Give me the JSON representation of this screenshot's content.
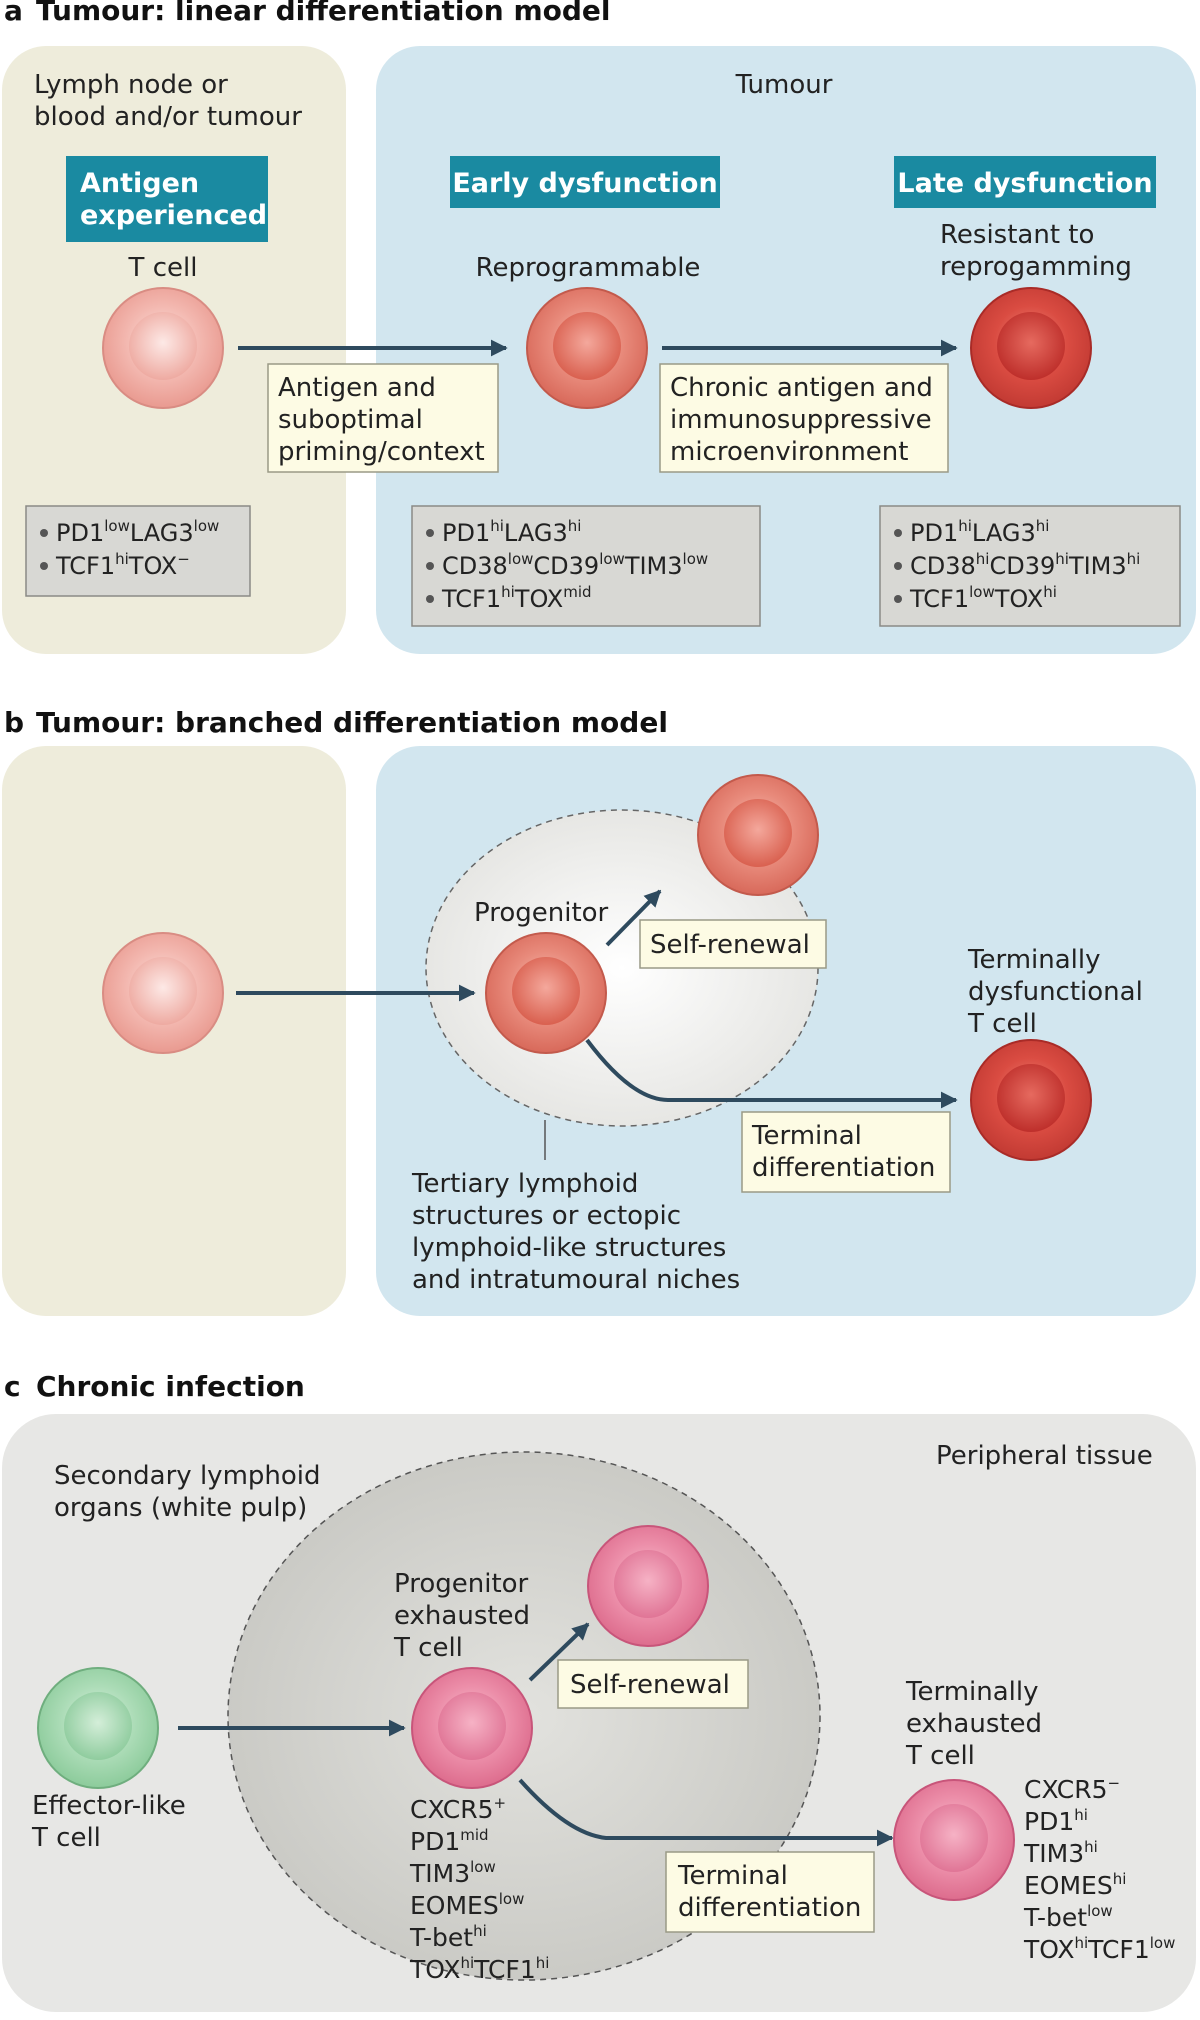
{
  "panel_a": {
    "label": "a",
    "title": "Tumour: linear differentiation model",
    "left_region_label_1": "Lymph node or",
    "left_region_label_2": "blood and/or tumour",
    "right_region_label": "Tumour",
    "stage1_header_1": "Antigen",
    "stage1_header_2": "experienced",
    "stage2_header": "Early dysfunction",
    "stage3_header": "Late dysfunction",
    "cell1_label": "T cell",
    "cell2_label": "Reprogrammable",
    "cell3_label_1": "Resistant to",
    "cell3_label_2": "reprogamming",
    "transition1": [
      "Antigen and",
      "suboptimal",
      "priming/context"
    ],
    "transition2": [
      "Chronic antigen and",
      "immunosuppressive",
      "microenvironment"
    ],
    "marker_box1": [
      [
        {
          "t": "PD1"
        },
        {
          "t": "low",
          "sup": true
        },
        {
          "t": "LAG3"
        },
        {
          "t": "low",
          "sup": true
        }
      ],
      [
        {
          "t": "TCF1"
        },
        {
          "t": "hi",
          "sup": true
        },
        {
          "t": "TOX"
        },
        {
          "t": "−",
          "sup": true
        }
      ]
    ],
    "marker_box2": [
      [
        {
          "t": "PD1"
        },
        {
          "t": "hi",
          "sup": true
        },
        {
          "t": "LAG3"
        },
        {
          "t": "hi",
          "sup": true
        }
      ],
      [
        {
          "t": "CD38"
        },
        {
          "t": "low",
          "sup": true
        },
        {
          "t": "CD39"
        },
        {
          "t": "low",
          "sup": true
        },
        {
          "t": "TIM3"
        },
        {
          "t": "low",
          "sup": true
        }
      ],
      [
        {
          "t": "TCF1"
        },
        {
          "t": "hi",
          "sup": true
        },
        {
          "t": "TOX"
        },
        {
          "t": "mid",
          "sup": true
        }
      ]
    ],
    "marker_box3": [
      [
        {
          "t": "PD1"
        },
        {
          "t": "hi",
          "sup": true
        },
        {
          "t": "LAG3"
        },
        {
          "t": "hi",
          "sup": true
        }
      ],
      [
        {
          "t": "CD38"
        },
        {
          "t": "hi",
          "sup": true
        },
        {
          "t": "CD39"
        },
        {
          "t": "hi",
          "sup": true
        },
        {
          "t": "TIM3"
        },
        {
          "t": "hi",
          "sup": true
        }
      ],
      [
        {
          "t": "TCF1"
        },
        {
          "t": "low",
          "sup": true
        },
        {
          "t": "TOX"
        },
        {
          "t": "hi",
          "sup": true
        }
      ]
    ]
  },
  "panel_b": {
    "label": "b",
    "title": "Tumour: branched differentiation model",
    "progenitor_label": "Progenitor",
    "self_renewal": "Self-renewal",
    "terminal_cell_label": [
      "Terminally",
      "dysfunctional",
      "T cell"
    ],
    "terminal_differentiation": [
      "Terminal",
      "differentiation"
    ],
    "niche_label": [
      "Tertiary lymphoid",
      "structures or ectopic",
      "lymphoid-like structures",
      "and intratumoural niches"
    ]
  },
  "panel_c": {
    "label": "c",
    "title": "Chronic infection",
    "organ_label": [
      "Secondary lymphoid",
      "organs (white pulp)"
    ],
    "tissue_label": "Peripheral tissue",
    "progenitor_label": [
      "Progenitor",
      "exhausted",
      "T cell"
    ],
    "self_renewal": "Self-renewal",
    "effector_label": [
      "Effector-like",
      "T cell"
    ],
    "terminal_cell_label": [
      "Terminally",
      "exhausted",
      "T cell"
    ],
    "terminal_differentiation": [
      "Terminal",
      "differentiation"
    ],
    "progenitor_markers": [
      [
        {
          "t": "CXCR5"
        },
        {
          "t": "+",
          "sup": true
        }
      ],
      [
        {
          "t": "PD1"
        },
        {
          "t": "mid",
          "sup": true
        }
      ],
      [
        {
          "t": "TIM3"
        },
        {
          "t": "low",
          "sup": true
        }
      ],
      [
        {
          "t": "EOMES"
        },
        {
          "t": "low",
          "sup": true
        }
      ],
      [
        {
          "t": "T-bet"
        },
        {
          "t": "hi",
          "sup": true
        }
      ],
      [
        {
          "t": "TOX"
        },
        {
          "t": "hi",
          "sup": true
        },
        {
          "t": "TCF1"
        },
        {
          "t": "hi",
          "sup": true
        }
      ]
    ],
    "terminal_markers": [
      [
        {
          "t": "CXCR5"
        },
        {
          "t": "−",
          "sup": true
        }
      ],
      [
        {
          "t": "PD1"
        },
        {
          "t": "hi",
          "sup": true
        }
      ],
      [
        {
          "t": "TIM3"
        },
        {
          "t": "hi",
          "sup": true
        }
      ],
      [
        {
          "t": "EOMES"
        },
        {
          "t": "hi",
          "sup": true
        }
      ],
      [
        {
          "t": "T-bet"
        },
        {
          "t": "low",
          "sup": true
        }
      ],
      [
        {
          "t": "TOX"
        },
        {
          "t": "hi",
          "sup": true
        },
        {
          "t": "TCF1"
        },
        {
          "t": "low",
          "sup": true
        }
      ]
    ]
  },
  "colors": {
    "lymph_bg": "#eeecdb",
    "tumour_bg": "#d2e6ef",
    "infection_bg": "#e7e7e5",
    "organ_bg": "#cfcfcb",
    "header_teal": "#1a8aa1",
    "label_box": "#fdfbe4",
    "marker_box": "#d8d8d4",
    "arrow": "#2e4a5e",
    "cell_light": "#f4b6ae",
    "cell_mid": "#e58373",
    "cell_dark": "#d6483e",
    "cell_pink": "#ea86a4",
    "cell_green": "#a9d9b4"
  }
}
